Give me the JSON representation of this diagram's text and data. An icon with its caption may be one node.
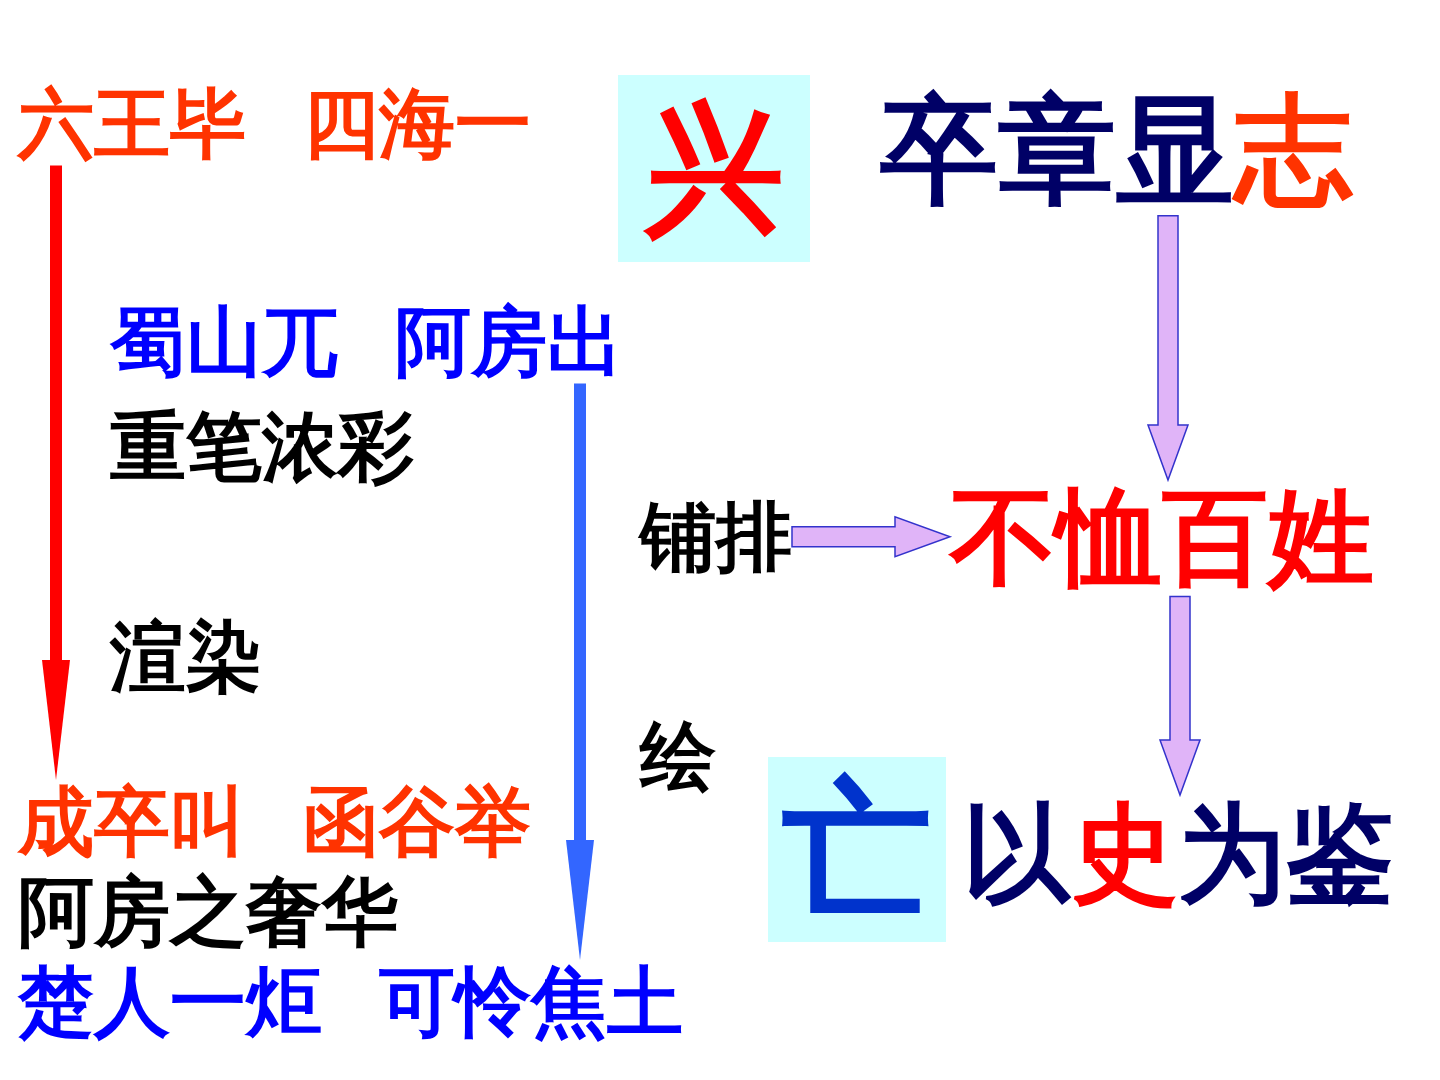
{
  "diagram": {
    "nodes": [
      {
        "text": [
          "六王毕 四海一"
        ]
      },
      {
        "text": [
          "兴"
        ]
      },
      {
        "text": [
          "卒章显**志**"
        ]
      },
      {
        "text": [
          "蜀山兀 阿房出"
        ]
      },
      {
        "text": [
          "铺排"
        ]
      },
      {
        "text": [
          "不恤百姓"
        ]
      },
      {
        "text": [
          "成卒叫 函谷举"
        ]
      },
      {
        "text": [
          "亡"
        ]
      },
      {
        "text": [
          "以**史**为鉴"
        ]
      },
      {
        "text": [
          "楚人一炬 可怜焦土"
        ]
      }
    ],
    "edges": [
      {
        "from": 0,
        "to": 6,
        "arrow": "to",
        "color": "#ff0000"
      },
      {
        "from": 3,
        "to": 9,
        "arrow": "to",
        "color": "#3366ff"
      },
      {
        "from": 2,
        "to": 5,
        "arrow": "to"
      },
      {
        "from": 4,
        "to": 5,
        "arrow": "to"
      },
      {
        "from": 5,
        "to": 8,
        "arrow": "to"
      }
    ],
    "labels": [
      "重笔浓彩",
      "渲染",
      "绘",
      "阿房之奢华"
    ]
  }
}
